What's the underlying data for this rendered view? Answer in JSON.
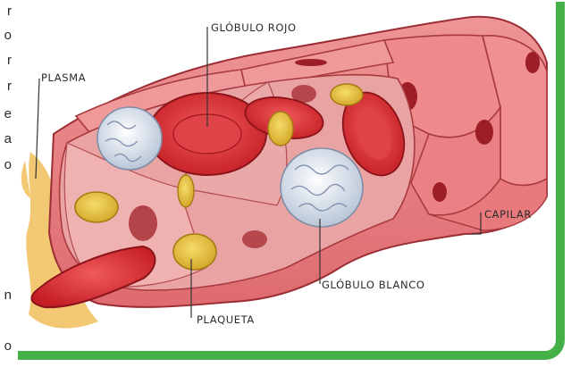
{
  "side_text": [
    "r",
    "o",
    "r",
    "r",
    "e",
    "a",
    "o",
    "n",
    "o"
  ],
  "labels": {
    "red_cell": "GLÓBULO ROJO",
    "plasma": "PLASMA",
    "capillary": "CAPILAR",
    "white_cell": "GLÓBULO BLANCO",
    "platelet": "PLAQUETA"
  },
  "colors": {
    "frame": "#44b047",
    "vessel": "#e8777a",
    "red_cell": "#d82a2e",
    "platelet": "#e2c23c",
    "plasma": "#f3c873"
  }
}
